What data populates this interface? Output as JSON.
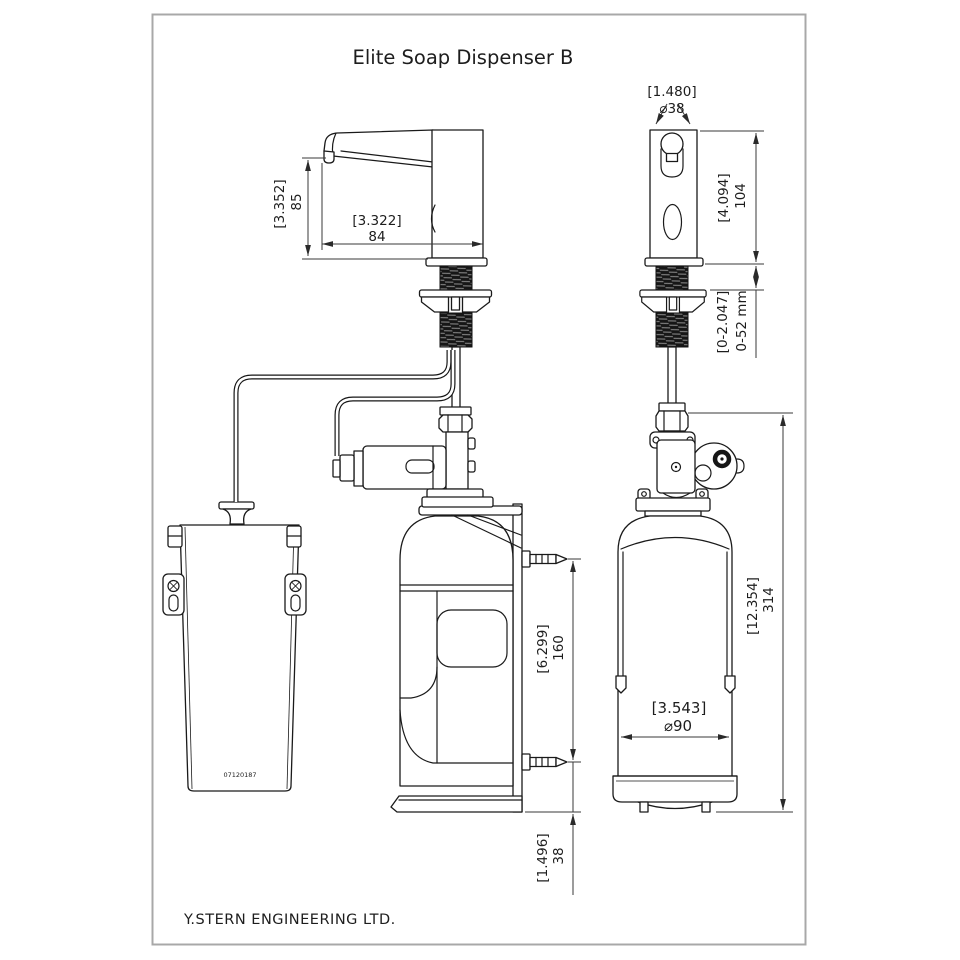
{
  "drawing": {
    "title": "Elite Soap Dispenser B",
    "company": "Y.STERN ENGINEERING LTD.",
    "serial_number": "07120187"
  },
  "dimensions": {
    "spout_diameter_in": "[1.480]",
    "spout_diameter_mm": "⌀38",
    "spout_height_in": "[3.352]",
    "spout_height_mm": "85",
    "spout_reach_in": "[3.322]",
    "spout_reach_mm": "84",
    "body_height_in": "[4.094]",
    "body_height_mm": "104",
    "deck_range_in": "[0-2.047]",
    "deck_range_mm": "0-52 mm",
    "overall_height_in": "[12.354]",
    "overall_height_mm": "314",
    "screw_spacing_in": "[6.299]",
    "screw_spacing_mm": "160",
    "bottle_diameter_in": "[3.543]",
    "bottle_diameter_mm": "⌀90",
    "screw_offset_in": "[1.496]",
    "screw_offset_mm": "38"
  },
  "colors": {
    "line": "#1a1a1a",
    "frame": "#a8a8a8",
    "background": "#ffffff"
  }
}
